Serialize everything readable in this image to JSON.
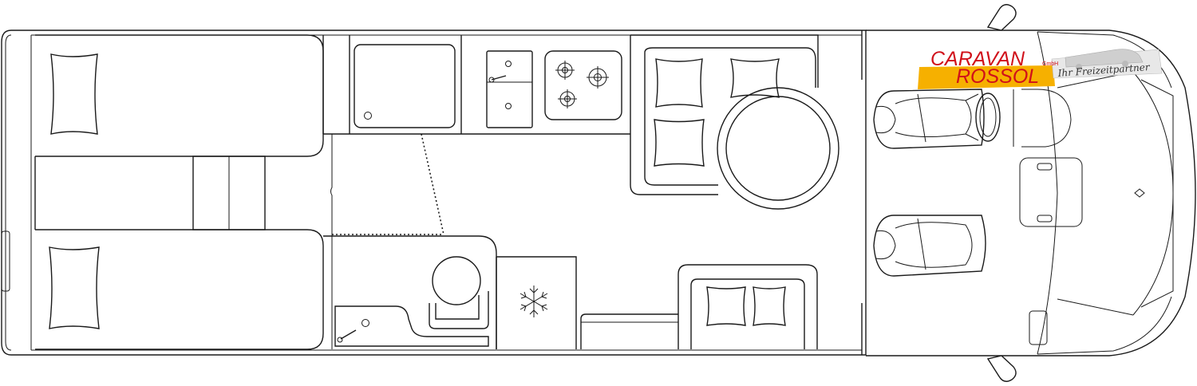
{
  "logo": {
    "line1": "CARAVAN",
    "line2": "ROSSOL",
    "suffix": "GmbH",
    "tagline": "Ihr Freizeitpartner",
    "text_color": "#d0101a",
    "band_color": "#f6b000",
    "tag_bg": "#e8e8e8"
  },
  "icons": {
    "fridge": "snowflake-icon",
    "hob": "gas-burner-icon",
    "wheel": "steering-wheel-icon"
  },
  "colors": {
    "line": "#1a1a1a",
    "background": "#ffffff"
  }
}
